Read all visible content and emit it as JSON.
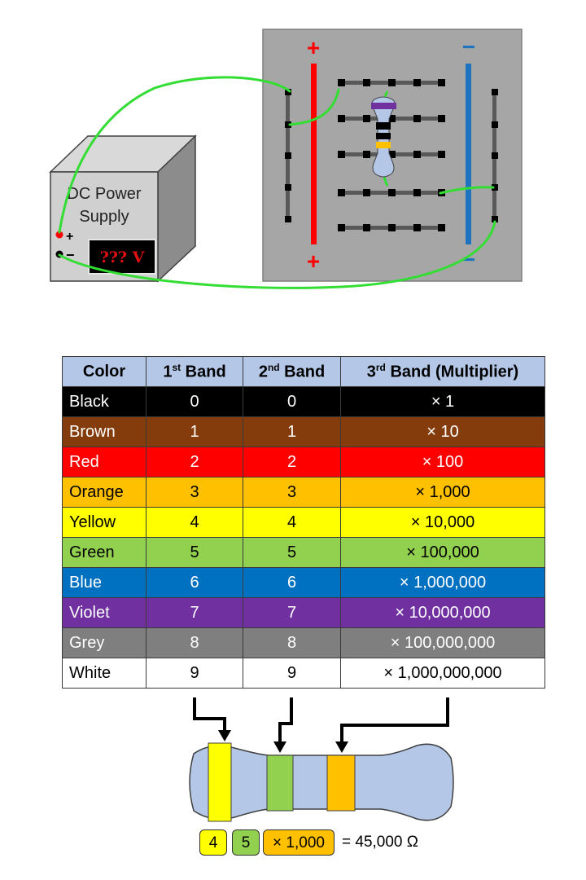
{
  "power_supply": {
    "label_line1": "DC Power",
    "label_line2": "Supply",
    "plus_label": "+",
    "minus_label": "−",
    "display_text": "??? V",
    "body_color": "#d0d0d0",
    "display_color": "#e01010"
  },
  "breadboard": {
    "plus_top": "+",
    "plus_bottom": "+",
    "minus_top": "−",
    "minus_bottom": "−",
    "positive_rail_color": "#ff0000",
    "negative_rail_color": "#1e73be",
    "wire_color": "#33dd33",
    "board_color": "#a6a6a6"
  },
  "table": {
    "headers": {
      "color": "Color",
      "band1_num": "1",
      "band1_sup": "st",
      "band1_text": " Band",
      "band2_num": "2",
      "band2_sup": "nd",
      "band2_text": " Band",
      "band3_num": "3",
      "band3_sup": "rd",
      "band3_text": " Band (Multiplier)"
    },
    "rows": [
      {
        "color": "Black",
        "d1": "0",
        "d2": "0",
        "mult": "× 1",
        "bg": "#000000",
        "fg": "#ffffff"
      },
      {
        "color": "Brown",
        "d1": "1",
        "d2": "1",
        "mult": "× 10",
        "bg": "#843c0c",
        "fg": "#ffffff"
      },
      {
        "color": "Red",
        "d1": "2",
        "d2": "2",
        "mult": "× 100",
        "bg": "#ff0000",
        "fg": "#ffffff"
      },
      {
        "color": "Orange",
        "d1": "3",
        "d2": "3",
        "mult": "× 1,000",
        "bg": "#ffc000",
        "fg": "#000000"
      },
      {
        "color": "Yellow",
        "d1": "4",
        "d2": "4",
        "mult": "× 10,000",
        "bg": "#ffff00",
        "fg": "#000000"
      },
      {
        "color": "Green",
        "d1": "5",
        "d2": "5",
        "mult": "× 100,000",
        "bg": "#92d050",
        "fg": "#000000"
      },
      {
        "color": "Blue",
        "d1": "6",
        "d2": "6",
        "mult": "× 1,000,000",
        "bg": "#0070c0",
        "fg": "#ffffff"
      },
      {
        "color": "Violet",
        "d1": "7",
        "d2": "7",
        "mult": "× 10,000,000",
        "bg": "#7030a0",
        "fg": "#ffffff"
      },
      {
        "color": "Grey",
        "d1": "8",
        "d2": "8",
        "mult": "× 100,000,000",
        "bg": "#7f7f7f",
        "fg": "#ffffff"
      },
      {
        "color": "White",
        "d1": "9",
        "d2": "9",
        "mult": "× 1,000,000,000",
        "bg": "#ffffff",
        "fg": "#000000"
      }
    ]
  },
  "example": {
    "band1_color": "#ffff00",
    "band2_color": "#92d050",
    "band3_color": "#ffc000",
    "resistor_body_color": "#b4c7e7",
    "chip1": "4",
    "chip2": "5",
    "chip3": "× 1,000",
    "result": "= 45,000 Ω"
  }
}
